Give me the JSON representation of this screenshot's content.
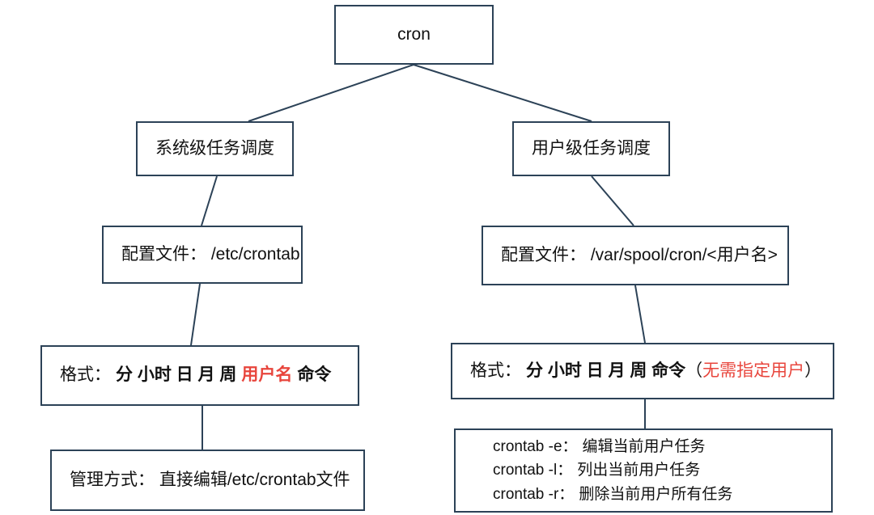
{
  "diagram": {
    "type": "tree",
    "title": "cron",
    "colors": {
      "border": "#2c4257",
      "edge": "#2c4257",
      "text": "#111111",
      "accent_red": "#e8453c",
      "background": "#ffffff"
    },
    "nodes": {
      "root": {
        "label": "cron"
      },
      "system_branch": {
        "label": "系统级任务调度"
      },
      "user_branch": {
        "label": "用户级任务调度"
      },
      "system_config": {
        "label": "配置文件： /etc/crontab"
      },
      "user_config": {
        "label": "配置文件： /var/spool/cron/<用户名>"
      },
      "system_format": {
        "prefix": "格式：",
        "fields_bold": "分 小时 日 月 周",
        "field_red": "用户名",
        "field_tail": "命令"
      },
      "user_format": {
        "prefix": "格式：",
        "fields_bold": "分 小时 日 月 周 命令",
        "note_open": "（",
        "note_red": "无需指定用户",
        "note_close": "）"
      },
      "system_manage": {
        "label": "管理方式： 直接编辑/etc/crontab文件"
      },
      "user_commands": {
        "lines": [
          {
            "cmd": "crontab -e：",
            "desc": "编辑当前用户任务"
          },
          {
            "cmd": "crontab -l：",
            "desc": "列出当前用户任务"
          },
          {
            "cmd": "crontab -r：",
            "desc": "删除当前用户所有任务"
          }
        ]
      }
    },
    "edges": [
      {
        "from": "root",
        "to": "system_branch"
      },
      {
        "from": "root",
        "to": "user_branch"
      },
      {
        "from": "system_branch",
        "to": "system_config"
      },
      {
        "from": "user_branch",
        "to": "user_config"
      },
      {
        "from": "system_config",
        "to": "system_format"
      },
      {
        "from": "user_config",
        "to": "user_format"
      },
      {
        "from": "system_format",
        "to": "system_manage"
      },
      {
        "from": "user_format",
        "to": "user_commands"
      }
    ]
  }
}
